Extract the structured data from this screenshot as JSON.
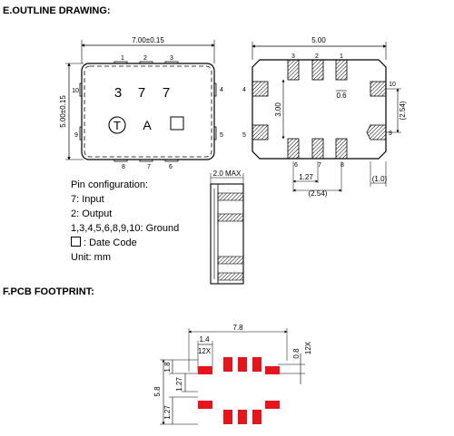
{
  "headings": {
    "outline": "E.OUTLINE DRAWING:",
    "footprint": "F.PCB FOOTPRINT:"
  },
  "top_view": {
    "width_label": "7.00±0.15",
    "height_label": "5.00±0.15",
    "marking_code": [
      "3",
      "7",
      "7"
    ],
    "marking_t": "T",
    "marking_a": "A",
    "pins_top": [
      "1",
      "2",
      "3"
    ],
    "pins_bottom": [
      "8",
      "7",
      "6"
    ],
    "pin_left_top": "10",
    "pin_left_bottom": "9",
    "pin_right_top": "4",
    "pin_right_bottom": "5"
  },
  "bottom_view": {
    "width_label": "5.00",
    "height_label": "3.00",
    "pitch_label": "(2.54)",
    "pad_width_label": "1.27",
    "pad_pitch_label": "(2.54)",
    "pad_small_label": "0.6",
    "edge_label": "(1.0)",
    "pins_top": [
      "3",
      "2",
      "1"
    ],
    "pins_bottom": [
      "6",
      "7",
      "8"
    ],
    "pin_left_top": "4",
    "pin_left_bottom": "5",
    "pin_right_top": "10",
    "pin_right_bottom": "9"
  },
  "side_view": {
    "height_label": "2.0 MAX"
  },
  "pin_config": {
    "title": "Pin configuration:",
    "line1": "7: Input",
    "line2": "2: Output",
    "line3": "1,3,4,5,6,8,9,10: Ground",
    "line4": ": Date Code",
    "line5": "Unit: mm"
  },
  "footprint": {
    "width_label": "7.8",
    "height_label": "5.8",
    "pad_label_top": "1.4",
    "pad_count_top": "12X",
    "pad_label_right": "0.8",
    "pad_count_right": "12X",
    "pitch_left_1": "1.8",
    "pitch_left_2": "1.27",
    "pitch_left_3": "1.27",
    "pad_color": "#e8141c"
  }
}
